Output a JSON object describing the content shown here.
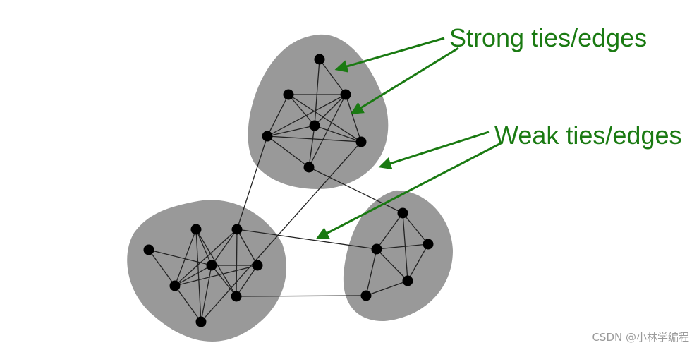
{
  "labels": {
    "strong": "Strong ties/edges",
    "weak": "Weak ties/edges"
  },
  "watermark": "CSDN @小林学编程",
  "colors": {
    "cluster_fill": "#999999",
    "node": "#000000",
    "edge": "#222222",
    "annotation": "#1a7a12",
    "watermark": "#9a9a9a"
  },
  "clusters": [
    {
      "name": "top",
      "nodes": [
        "T1",
        "T2",
        "T3",
        "T4",
        "T5",
        "T6",
        "T7"
      ]
    },
    {
      "name": "left",
      "nodes": [
        "L1",
        "L2",
        "L3",
        "L4",
        "L5",
        "L6",
        "L7",
        "L8"
      ]
    },
    {
      "name": "right",
      "nodes": [
        "R1",
        "R2",
        "R3",
        "R4",
        "R5"
      ]
    }
  ],
  "strong_edges": [
    [
      "T1",
      "T3"
    ],
    [
      "T1",
      "T4"
    ],
    [
      "T2",
      "T3"
    ],
    [
      "T2",
      "T4"
    ],
    [
      "T2",
      "T5"
    ],
    [
      "T2",
      "T6"
    ],
    [
      "T3",
      "T4"
    ],
    [
      "T3",
      "T5"
    ],
    [
      "T3",
      "T6"
    ],
    [
      "T3",
      "T7"
    ],
    [
      "T4",
      "T5"
    ],
    [
      "T4",
      "T6"
    ],
    [
      "T4",
      "T7"
    ],
    [
      "T5",
      "T6"
    ],
    [
      "T5",
      "T7"
    ],
    [
      "L1",
      "L4"
    ],
    [
      "L1",
      "L5"
    ],
    [
      "L2",
      "L4"
    ],
    [
      "L2",
      "L5"
    ],
    [
      "L2",
      "L6"
    ],
    [
      "L2",
      "L8"
    ],
    [
      "L3",
      "L4"
    ],
    [
      "L3",
      "L5"
    ],
    [
      "L3",
      "L6"
    ],
    [
      "L3",
      "L7"
    ],
    [
      "L4",
      "L5"
    ],
    [
      "L4",
      "L6"
    ],
    [
      "L4",
      "L7"
    ],
    [
      "L4",
      "L8"
    ],
    [
      "L5",
      "L7"
    ],
    [
      "L5",
      "L8"
    ],
    [
      "L6",
      "L7"
    ],
    [
      "R1",
      "R2"
    ],
    [
      "R1",
      "R3"
    ],
    [
      "R1",
      "R4"
    ],
    [
      "R2",
      "R3"
    ],
    [
      "R2",
      "R4"
    ],
    [
      "R2",
      "R5"
    ],
    [
      "R3",
      "R4"
    ],
    [
      "R4",
      "R5"
    ]
  ],
  "weak_edges": [
    [
      "T5",
      "L3"
    ],
    [
      "T6",
      "L8"
    ],
    [
      "T7",
      "R1"
    ],
    [
      "L3",
      "R2"
    ],
    [
      "L6",
      "R5"
    ]
  ]
}
